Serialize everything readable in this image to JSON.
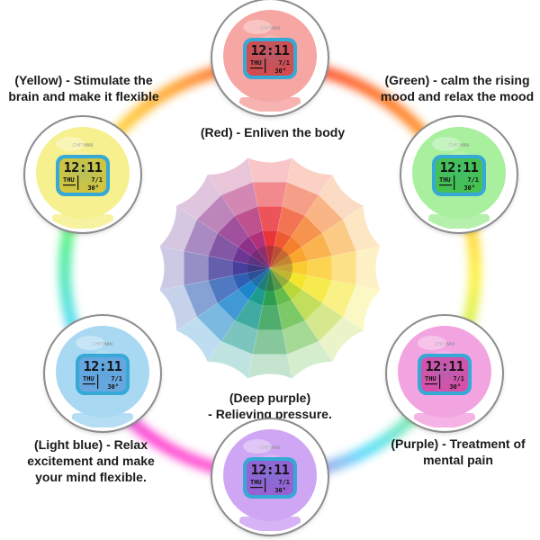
{
  "center_label": "(Red) - Enliven the body",
  "labels": {
    "yellow": [
      "(Yellow) - Stimulate the",
      "brain and make it flexible"
    ],
    "green": [
      "(Green) - calm the rising",
      "mood and relax the mood"
    ],
    "deep_purple": [
      "(Deep purple)",
      "- Relieving pressure."
    ],
    "light_blue": [
      "(Light blue) - Relax",
      "excitement and make",
      "your mind flexible."
    ],
    "purple": [
      "(Purple) - Treatment of",
      "mental pain"
    ]
  },
  "clock": {
    "brand": "CHITHAN",
    "time": "12:11",
    "day": "THU",
    "date": "7/1",
    "temp": "30°"
  },
  "clocks": [
    {
      "id": "red",
      "glow": "#f6a6a3",
      "screen": "#d9484a"
    },
    {
      "id": "yellow",
      "glow": "#f6f08f",
      "screen": "#d7c63a"
    },
    {
      "id": "green",
      "glow": "#a8ef9e",
      "screen": "#46c24c"
    },
    {
      "id": "light-blue",
      "glow": "#a8d8f2",
      "screen": "#6aa6e0"
    },
    {
      "id": "purple",
      "glow": "#f2a4e1",
      "screen": "#dc4da7"
    },
    {
      "id": "deep-purple",
      "glow": "#cfa6f3",
      "screen": "#9a5fd4"
    }
  ],
  "wheel_colors": [
    "#e9343a",
    "#f05a32",
    "#f47f2c",
    "#f8a62d",
    "#fbcc30",
    "#f4e62c",
    "#b8d83a",
    "#64bd4a",
    "#2e9f52",
    "#1c9b8f",
    "#1c86cc",
    "#2f5fb5",
    "#463f9c",
    "#6c3794",
    "#8e2f89",
    "#b1317a"
  ]
}
